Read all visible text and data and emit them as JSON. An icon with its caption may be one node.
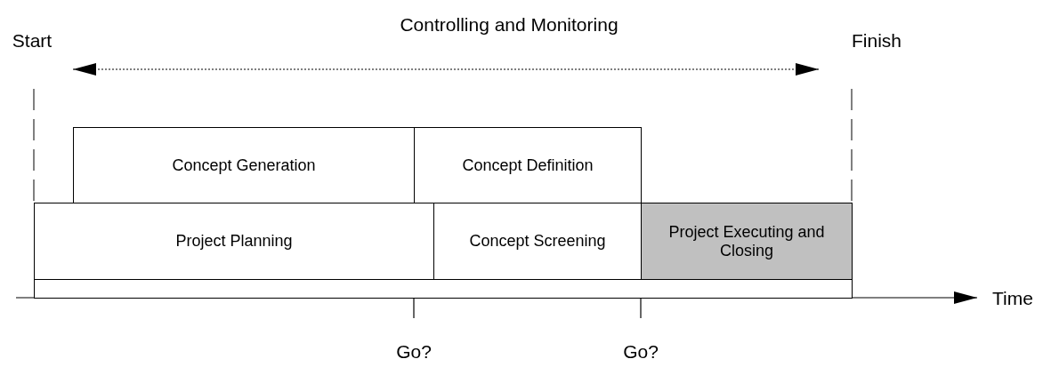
{
  "diagram": {
    "nodes": [
      {
        "text": [
          "Concept Generation"
        ]
      },
      {
        "text": [
          "Concept Definition"
        ]
      },
      {
        "text": [
          "Project Planning"
        ]
      },
      {
        "text": [
          "Concept Screening"
        ]
      },
      {
        "text": [
          "Project Executing and Closing"
        ]
      },
      {
        "text": [],
        "shape": "bar"
      }
    ],
    "labels": [
      "Controlling and Monitoring",
      "Start",
      "Finish",
      "Time",
      "Go?",
      "Go?"
    ]
  }
}
